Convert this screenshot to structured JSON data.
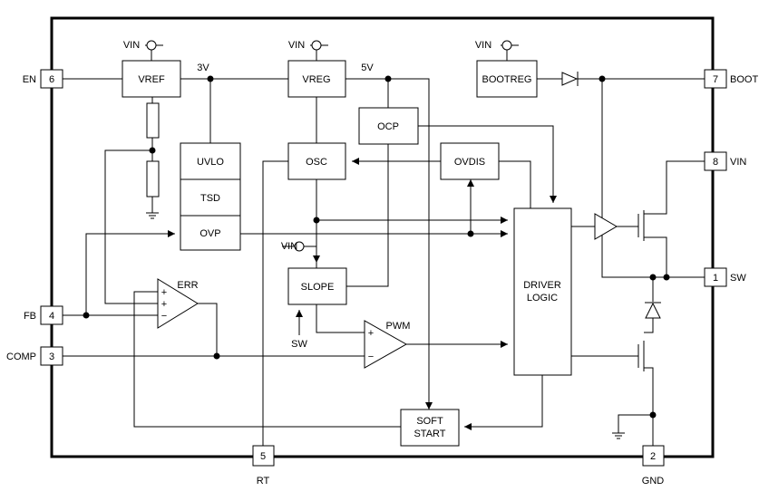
{
  "labels": {
    "vin_vref": "VIN",
    "vin_vreg": "VIN",
    "vin_bootreg": "VIN",
    "vin_slope": "VIN",
    "v3": "3V",
    "v5": "5V",
    "sw_slope": "SW",
    "err": "ERR",
    "pwm": "PWM",
    "plus1": "+",
    "plus2": "+",
    "minus1": "−",
    "plus3": "+",
    "minus2": "−"
  },
  "blocks": {
    "vref": "VREF",
    "vreg": "VREG",
    "bootreg": "BOOTREG",
    "ocp": "OCP",
    "uvlo": "UVLO",
    "tsd": "TSD",
    "ovp": "OVP",
    "osc": "OSC",
    "ovdis": "OVDIS",
    "slope": "SLOPE",
    "driver_line1": "DRIVER",
    "driver_line2": "LOGIC",
    "soft_line1": "SOFT",
    "soft_line2": "START"
  },
  "pins": {
    "en": {
      "name": "EN",
      "num": "6"
    },
    "fb": {
      "name": "FB",
      "num": "4"
    },
    "comp": {
      "name": "COMP",
      "num": "3"
    },
    "boot": {
      "name": "BOOT",
      "num": "7"
    },
    "vin": {
      "name": "VIN",
      "num": "8"
    },
    "sw": {
      "name": "SW",
      "num": "1"
    },
    "rt": {
      "name": "RT",
      "num": "5"
    },
    "gnd": {
      "name": "GND",
      "num": "2"
    }
  }
}
